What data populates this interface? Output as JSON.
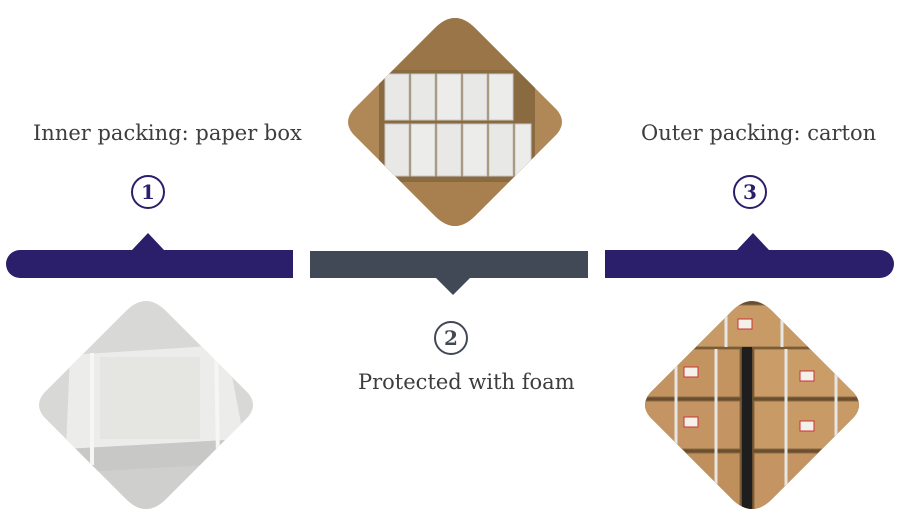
{
  "steps": [
    {
      "number": "1",
      "label": "Inner packing: paper box"
    },
    {
      "number": "2",
      "label": "Protected with foam"
    },
    {
      "number": "3",
      "label": "Outer packing: carton"
    }
  ],
  "colors": {
    "navy": "#2b1e6b",
    "slate": "#414856",
    "text": "#3d3d3d",
    "cardboard": "#b08858",
    "foam": "#e8e8e6"
  }
}
